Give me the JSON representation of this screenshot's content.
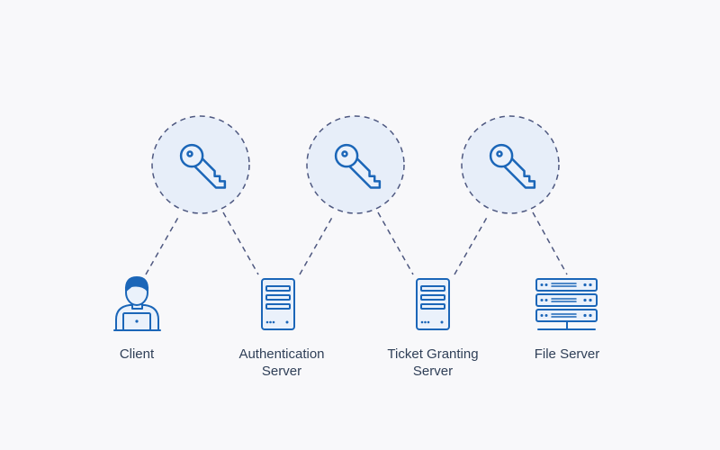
{
  "colors": {
    "background": "#f8f8fa",
    "circle_fill": "#e7eef9",
    "circle_stroke": "#4e5880",
    "connector": "#4e5880",
    "icon_stroke": "#1b66b8",
    "icon_fill": "#eaf1fb",
    "label_text": "#2f3f57"
  },
  "keys": [
    {
      "icon": "key-icon"
    },
    {
      "icon": "key-icon"
    },
    {
      "icon": "key-icon"
    }
  ],
  "nodes": [
    {
      "id": "client",
      "icon": "user-laptop-icon",
      "label_lines": [
        "Client"
      ]
    },
    {
      "id": "authentication-server",
      "icon": "server-icon",
      "label_lines": [
        "Authentication",
        "Server"
      ]
    },
    {
      "id": "ticket-granting-server",
      "icon": "server-icon",
      "label_lines": [
        "Ticket Granting",
        "Server"
      ]
    },
    {
      "id": "file-server",
      "icon": "server-rack-icon",
      "label_lines": [
        "File Server"
      ]
    }
  ]
}
